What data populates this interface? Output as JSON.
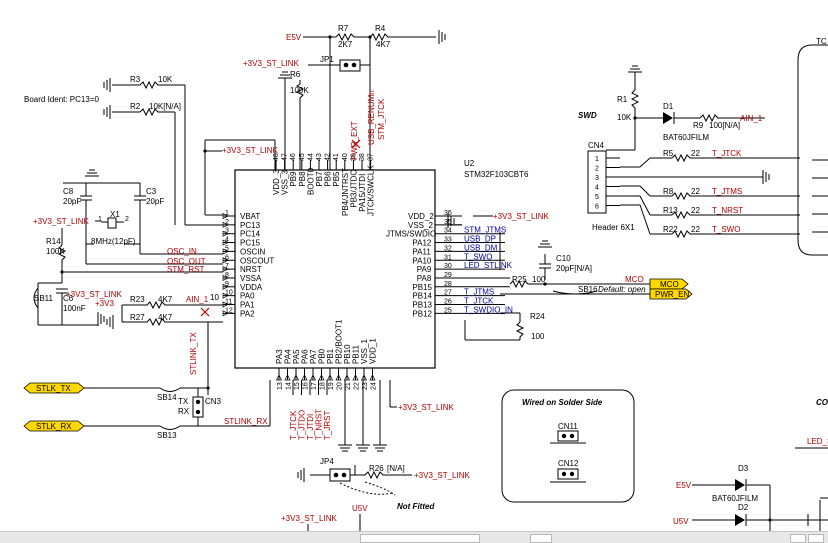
{
  "board_ident": "Board Ident: PC13=0",
  "swd_title": "SWD",
  "wired_title": "Wired on Solder Side",
  "not_fitted": "Not Fitted",
  "default_open": "Default: open",
  "u2": {
    "ref": "U2",
    "part": "STM32F103CBT6"
  },
  "top": {
    "e5v": "E5V",
    "r7": "R7",
    "r7v": "2K7",
    "r4": "R4",
    "r4v": "4K7",
    "v3_link": "+3V3_ST_LINK",
    "jp1": "JP1",
    "r6": "R6",
    "r6v": "100K",
    "r3": "R3",
    "r3v": "10K",
    "r2": "R2",
    "r2v": "10K[N/A]",
    "c8": "C8",
    "c8v": "20pF",
    "c3": "C3",
    "c3v": "20pF",
    "x1": "X1",
    "x1v": "8MHz(12pF)",
    "r14": "R14",
    "r14v": "100K",
    "sb11": "SB11",
    "c6": "C6",
    "c6v": "100nF",
    "r23": "R23",
    "r23v": "4K7",
    "r27": "R27",
    "r27v": "4K7",
    "plus3v3": "+3V3",
    "ain1": "AIN_1",
    "osc_in": "OSC_IN",
    "osc_out": "OSC_OUT",
    "stm_rst": "STM_RST",
    "pwr_ext": "PWR_EXT",
    "usb_renum": "USB_RENUMn",
    "stm_jtck": "STM_JTCK",
    "stlink_tx": "STLINK_TX",
    "stlink_rx": "STLINK_RX"
  },
  "left_pins": [
    {
      "num": "1",
      "name": "VBAT"
    },
    {
      "num": "2",
      "name": "PC13"
    },
    {
      "num": "3",
      "name": "PC14"
    },
    {
      "num": "4",
      "name": "PC15"
    },
    {
      "num": "5",
      "name": "OSCIN"
    },
    {
      "num": "6",
      "name": "OSCOUT"
    },
    {
      "num": "7",
      "name": "NRST"
    },
    {
      "num": "8",
      "name": "VSSA"
    },
    {
      "num": "9",
      "name": "VDDA"
    },
    {
      "num": "10",
      "name": "PA0"
    },
    {
      "num": "11",
      "name": "PA1"
    },
    {
      "num": "12",
      "name": "PA2"
    }
  ],
  "right_pins": [
    {
      "num": "36",
      "name": "VDD_2",
      "net": "+3V3_ST_LINK"
    },
    {
      "num": "35",
      "name": "VSS_2",
      "net": ""
    },
    {
      "num": "34",
      "name": "JTMS/SWDIO",
      "net": "STM_JTMS"
    },
    {
      "num": "33",
      "name": "PA12",
      "net": "USB_DP"
    },
    {
      "num": "32",
      "name": "PA11",
      "net": "USB_DM"
    },
    {
      "num": "31",
      "name": "PA10",
      "net": "T_SWO"
    },
    {
      "num": "30",
      "name": "PA9",
      "net": "LED_STLINK"
    },
    {
      "num": "29",
      "name": "PA8",
      "net": ""
    },
    {
      "num": "28",
      "name": "PB15",
      "net": ""
    },
    {
      "num": "27",
      "name": "PB14",
      "net": "T_JTMS"
    },
    {
      "num": "26",
      "name": "PB13",
      "net": "T_JTCK"
    },
    {
      "num": "25",
      "name": "PB12",
      "net": "T_SWDIO_IN"
    }
  ],
  "top_pins": [
    {
      "num": "48",
      "name": "VDD_3"
    },
    {
      "num": "47",
      "name": "VSS_3"
    },
    {
      "num": "46",
      "name": "PB9"
    },
    {
      "num": "45",
      "name": "PB8"
    },
    {
      "num": "44",
      "name": "BOOT0"
    },
    {
      "num": "43",
      "name": "PB7"
    },
    {
      "num": "42",
      "name": "PB6"
    },
    {
      "num": "41",
      "name": "PB5"
    },
    {
      "num": "40",
      "name": "PB4/JNTRST"
    },
    {
      "num": "39",
      "name": "PB3/JTDO"
    },
    {
      "num": "38",
      "name": "PA15/JTDI"
    },
    {
      "num": "37",
      "name": "JTCK/SWCLK"
    }
  ],
  "bottom_pins": [
    {
      "num": "13",
      "name": "PA3"
    },
    {
      "num": "14",
      "name": "PA4"
    },
    {
      "num": "15",
      "name": "PA5"
    },
    {
      "num": "16",
      "name": "PA6"
    },
    {
      "num": "17",
      "name": "PA7"
    },
    {
      "num": "18",
      "name": "PB0"
    },
    {
      "num": "19",
      "name": "PB1"
    },
    {
      "num": "20",
      "name": "PB2/BOOT1"
    },
    {
      "num": "21",
      "name": "PB10"
    },
    {
      "num": "22",
      "name": "PB11"
    },
    {
      "num": "23",
      "name": "VSS_1"
    },
    {
      "num": "24",
      "name": "VDD_1"
    }
  ],
  "bottom_nets": [
    "T_JTCK",
    "T_JTDO",
    "T_JTDI",
    "T_NRST",
    "T_JRST"
  ],
  "bottom_extra": {
    "v3_link": "+3V3_ST_LINK",
    "jp4": "JP4",
    "r26": "R26",
    "r26v": "[N/A]",
    "v3_link2": "+3V3_ST_LINK",
    "v3_link3": "+3V3_ST_LINK",
    "u5v": "U5V"
  },
  "mid": {
    "c10": "C10",
    "c10v": "20pF[N/A]",
    "r25": "R25",
    "r25v": "100",
    "mco": "MCO",
    "sb16": "SB16",
    "r24": "R24",
    "r24v": "100",
    "mco_port": "MCO",
    "pwr_en_port": "PWR_EN"
  },
  "stlink": {
    "tx_port": "STLK_TX",
    "rx_port": "STLK_RX",
    "sb14": "SB14",
    "sb13": "SB13",
    "cn3": "CN3",
    "tx": "TX",
    "rx": "RX"
  },
  "swd": {
    "r1": "R1",
    "r1v": "10K",
    "d1": "D1",
    "d1part": "BAT60JFILM",
    "r9": "R9",
    "r9v": "100[N/A]",
    "ain1": "AIN_1",
    "cn4": "CN4",
    "header": "Header 6X1",
    "pins": [
      "1",
      "2",
      "3",
      "4",
      "5",
      "6"
    ],
    "res": [
      {
        "ref": "R5",
        "val": "22",
        "net": "T_JTCK"
      },
      {
        "ref": "R8",
        "val": "22",
        "net": "T_JTMS"
      },
      {
        "ref": "R13",
        "val": "22",
        "net": "T_NRST"
      },
      {
        "ref": "R22",
        "val": "22",
        "net": "T_SWO"
      }
    ]
  },
  "solder": {
    "cn11": "CN11",
    "cn12": "CN12"
  },
  "right_bottom": {
    "d3": "D3",
    "d3part": "BAT60JFILM",
    "d2": "D2",
    "e5v": "E5V",
    "u5v": "U5V",
    "led": "LED_S",
    "co": "CO",
    "tc": "TC"
  }
}
